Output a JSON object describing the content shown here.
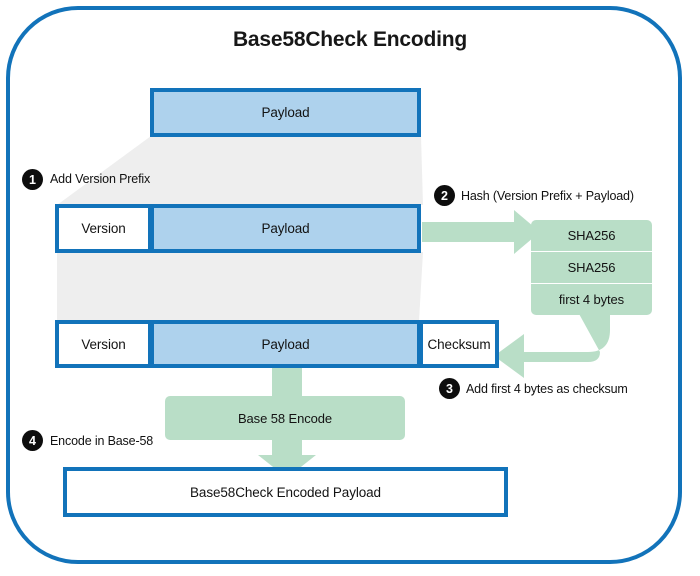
{
  "title": "Base58Check Encoding",
  "colors": {
    "frame_blue": "#1273ba",
    "box_fill_blue": "#aed2ed",
    "green": "#b9dec7",
    "grey": "#eeeeee",
    "badge_black": "#0d0d0d"
  },
  "rows": {
    "row1": {
      "payload": "Payload"
    },
    "row2": {
      "version": "Version",
      "payload": "Payload"
    },
    "row3": {
      "version": "Version",
      "payload": "Payload",
      "checksum": "Checksum"
    },
    "output": {
      "label": "Base58Check Encoded Payload"
    }
  },
  "hash_chain": [
    {
      "label": "SHA256"
    },
    {
      "label": "SHA256"
    },
    {
      "label": "first 4 bytes"
    }
  ],
  "encode_box": {
    "label": "Base 58 Encode"
  },
  "steps": [
    {
      "number": "1",
      "label": "Add Version Prefix"
    },
    {
      "number": "2",
      "label": "Hash (Version Prefix + Payload)"
    },
    {
      "number": "3",
      "label": "Add first 4 bytes as checksum"
    },
    {
      "number": "4",
      "label": "Encode in Base-58"
    }
  ]
}
